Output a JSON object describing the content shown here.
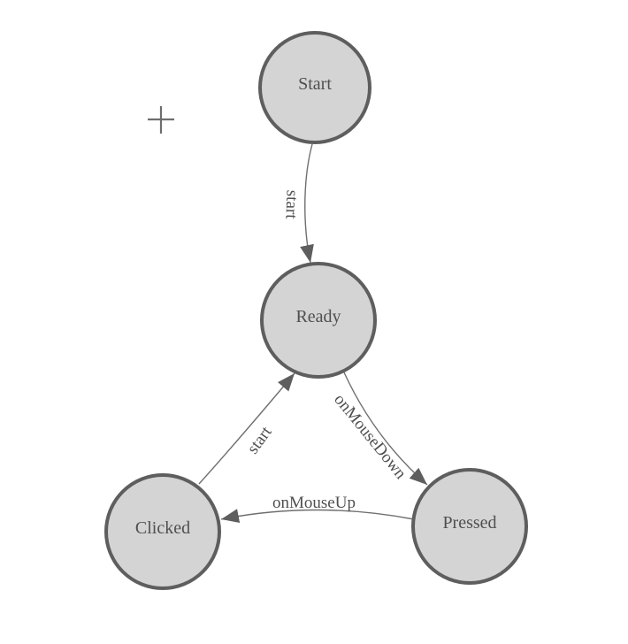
{
  "app": {
    "type": "state-machine-diagram-editor",
    "background": "#ffffff"
  },
  "palette": {
    "node_fill": "#d4d4d4",
    "node_border": "#5e5e5e",
    "edge_color": "#6f6f6f",
    "arrow_color": "#5e5e5e",
    "label_color": "#4f4f4f",
    "plus_icon_color": "#6e6e6e"
  },
  "icons": {
    "plus": "plus-crosshair-icon"
  },
  "diagram": {
    "nodes": [
      {
        "id": "start",
        "label": "Start"
      },
      {
        "id": "ready",
        "label": "Ready"
      },
      {
        "id": "clicked",
        "label": "Clicked"
      },
      {
        "id": "pressed",
        "label": "Pressed"
      }
    ],
    "edges": [
      {
        "from": "start",
        "to": "ready",
        "label": "start"
      },
      {
        "from": "ready",
        "to": "pressed",
        "label": "onMouseDown"
      },
      {
        "from": "pressed",
        "to": "clicked",
        "label": "onMouseUp"
      },
      {
        "from": "clicked",
        "to": "ready",
        "label": "start"
      }
    ]
  }
}
